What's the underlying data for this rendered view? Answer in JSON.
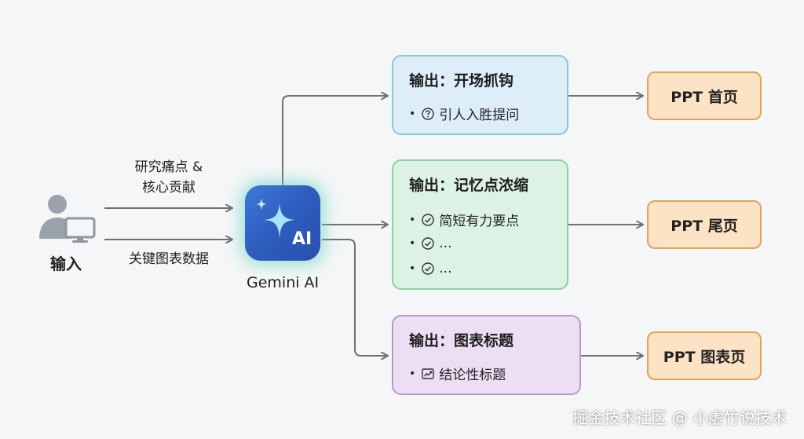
{
  "input": {
    "label": "输入"
  },
  "edges": {
    "top_label_line1": "研究痛点 &",
    "top_label_line2": "核心贡献",
    "bottom_label": "关键图表数据"
  },
  "gemini": {
    "card_text": "AI",
    "label": "Gemini AI"
  },
  "outputs": [
    {
      "title": "输出：开场抓钩",
      "items": [
        {
          "icon": "question-circle-icon",
          "text": "引人入胜提问"
        }
      ]
    },
    {
      "title": "输出：记忆点浓缩",
      "items": [
        {
          "icon": "check-circle-icon",
          "text": "简短有力要点"
        },
        {
          "icon": "check-circle-icon",
          "text": "..."
        },
        {
          "icon": "check-circle-icon",
          "text": "..."
        }
      ]
    },
    {
      "title": "输出：图表标题",
      "items": [
        {
          "icon": "trend-chart-icon",
          "text": "结论性标题"
        }
      ]
    }
  ],
  "ppt": [
    "PPT 首页",
    "PPT 尾页",
    "PPT 图表页"
  ],
  "colors": {
    "box1_bg": "#ddeef8",
    "box1_border": "#8fc3e3",
    "box2_bg": "#dcf2e4",
    "box2_border": "#8fd0a5",
    "box3_bg": "#ecdff3",
    "box3_border": "#b998cf",
    "ppt_bg": "#fde3c5",
    "ppt_border": "#e0a45c",
    "arrow": "#707070"
  },
  "watermark": "掘金技术社区 @ 小虚竹说技术"
}
